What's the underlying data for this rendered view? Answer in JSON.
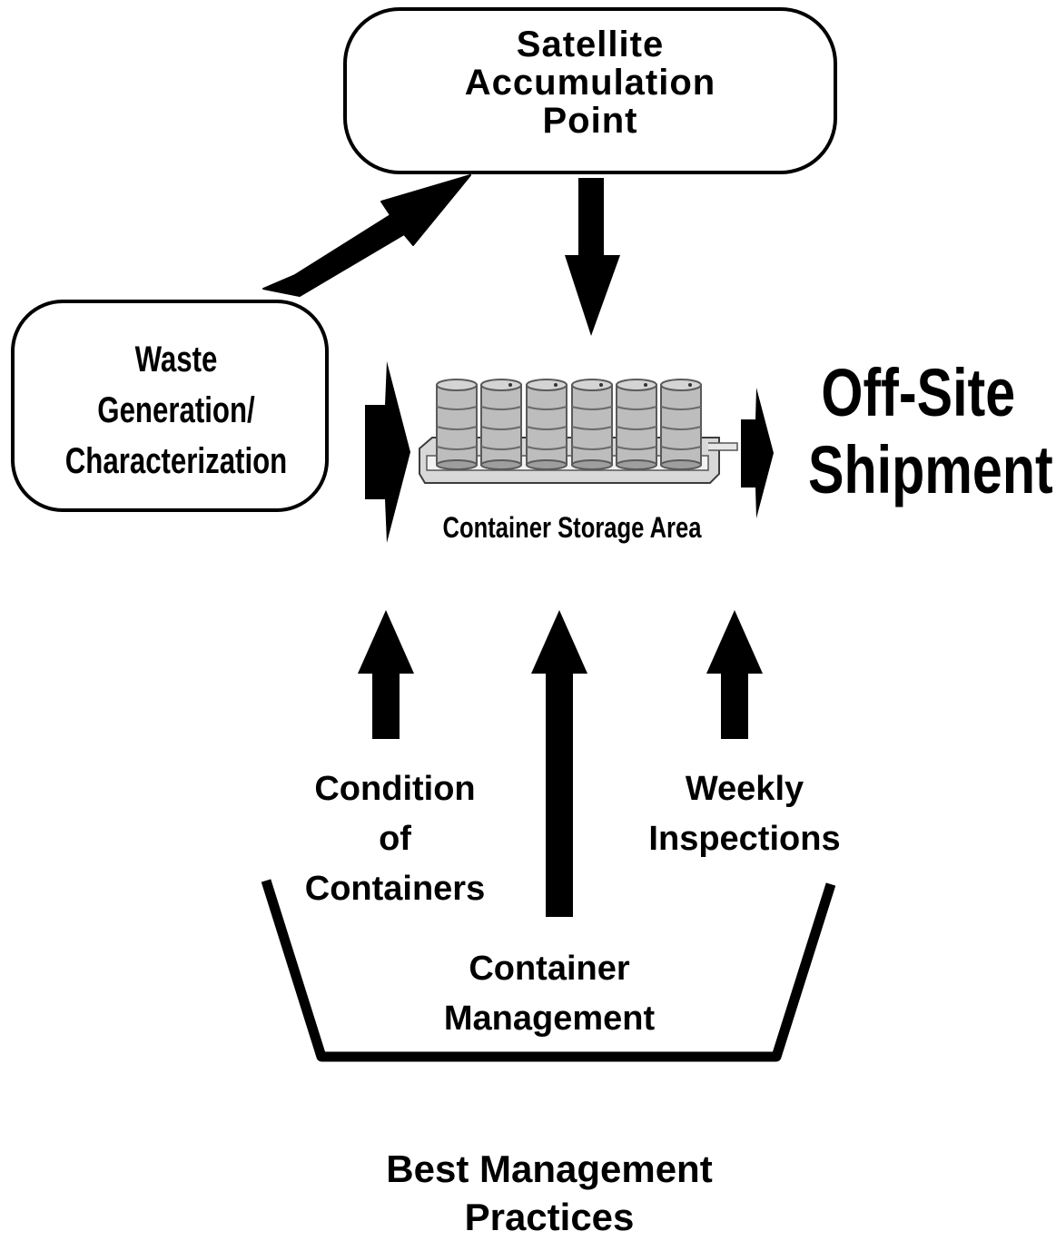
{
  "nodes": {
    "satellite": [
      "Satellite",
      "Accumulation",
      "Point"
    ],
    "waste": [
      "Waste",
      "Generation/",
      "Characterization"
    ],
    "storage": "Container Storage Area",
    "offsite": [
      "Off-Site",
      "Shipment"
    ]
  },
  "practices": {
    "condition": [
      "Condition",
      "of",
      "Containers"
    ],
    "weekly": [
      "Weekly",
      "Inspections"
    ],
    "management": [
      "Container",
      "Management"
    ],
    "caption": [
      "Best Management",
      "Practices"
    ]
  },
  "colors": {
    "ink": "#000000",
    "background": "#ffffff",
    "drum_fill": "#bdbdbd",
    "drum_line": "#5a5a5a",
    "pallet_fill": "#d8d8d8"
  },
  "icons": {
    "drum": "barrel-icon",
    "pallet": "containment-pallet-icon"
  }
}
